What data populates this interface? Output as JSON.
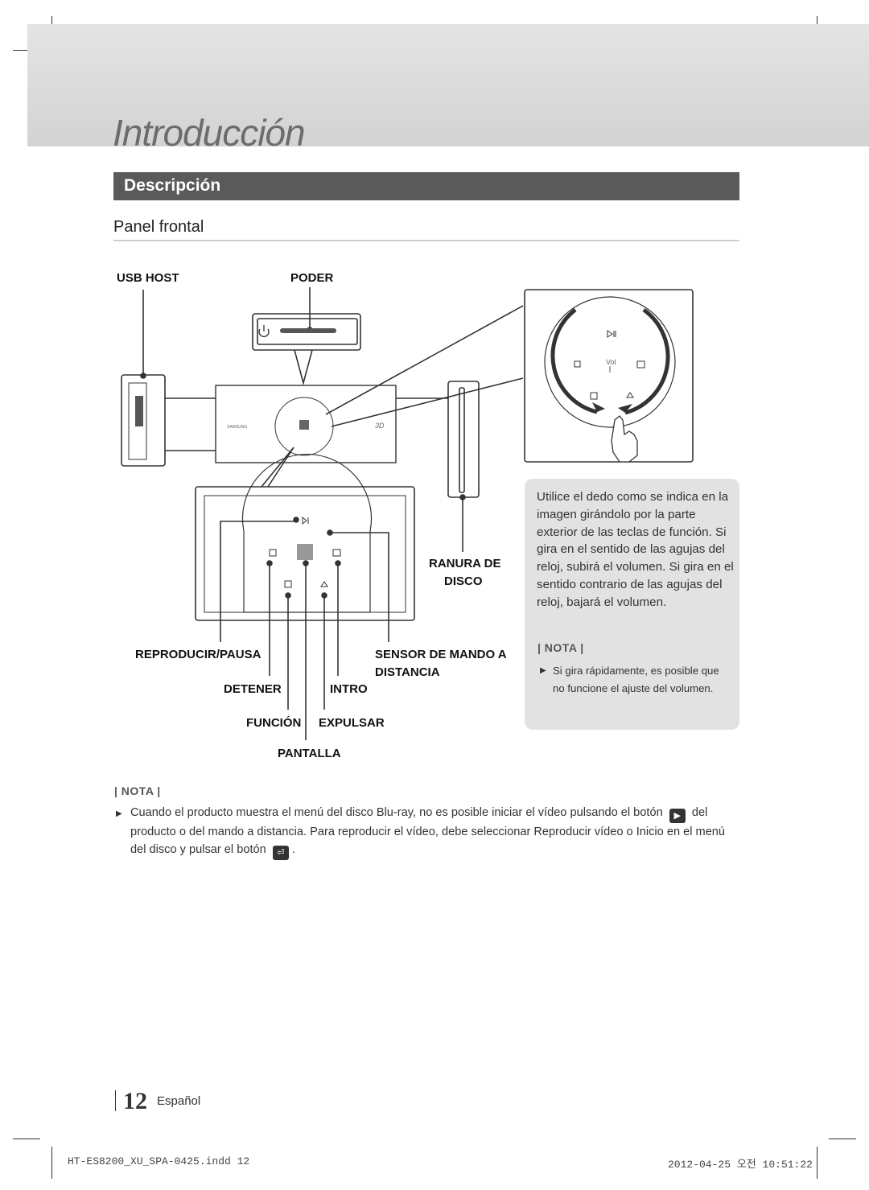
{
  "header": {
    "chapter_title": "Introducción"
  },
  "section": {
    "title": "Descripción",
    "subtitle": "Panel frontal"
  },
  "diagram": {
    "labels": {
      "usb_host": "USB HOST",
      "poder": "PODER",
      "ranura_de": "RANURA DE",
      "disco": "DISCO",
      "reproducir_pausa": "REPRODUCIR/PAUSA",
      "sensor_line1": "SENSOR DE MANDO A",
      "sensor_line2": "DISTANCIA",
      "detener": "DETENER",
      "intro": "INTRO",
      "funcion": "FUNCIÓN",
      "expulsar": "EXPULSAR",
      "pantalla": "PANTALLA"
    },
    "vol_label": "Vol"
  },
  "callout": {
    "text": "Utilice el dedo como se indica en la imagen girándolo por la parte exterior de las teclas de función. Si gira en el sentido de las agujas del reloj, subirá el volumen. Si gira en el sentido contrario de las agujas del reloj, bajará el volumen.",
    "nota_label": "| NOTA |",
    "note_line1": "Si gira rápidamente, es posible que",
    "note_line2": "no funcione el ajuste del volumen."
  },
  "bottom_note": {
    "nota_label": "| NOTA |",
    "part1": "Cuando el producto muestra el menú del disco Blu-ray, no es posible iniciar el vídeo pulsando el botón",
    "part2": "del producto o del mando a distancia. Para reproducir el vídeo, debe seleccionar Reproducir vídeo o Inicio en el menú del disco y pulsar el botón",
    "part3": "."
  },
  "footer": {
    "page_number": "12",
    "language": "Español",
    "file_info": "HT-ES8200_XU_SPA-0425.indd   12",
    "timestamp": "2012-04-25   오전 10:51:22"
  },
  "icons": {
    "play_pause": "play-pause-icon",
    "stop": "stop-icon",
    "enter": "enter-icon",
    "function": "function-icon",
    "eject": "eject-icon",
    "power": "power-icon",
    "hand": "hand-icon"
  }
}
